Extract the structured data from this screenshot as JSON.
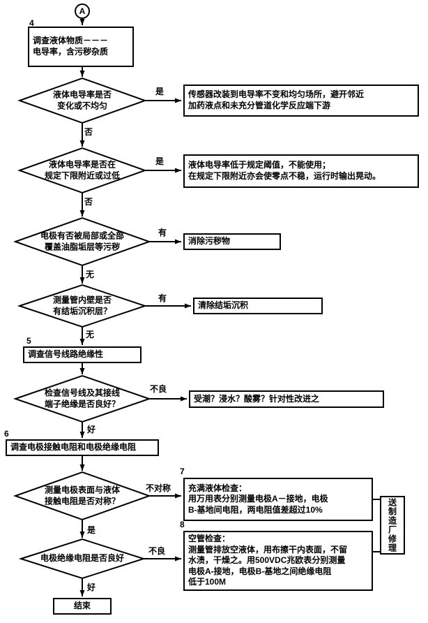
{
  "flow": {
    "connector_a": "A",
    "nums": {
      "n4": "4",
      "n5": "5",
      "n6": "6",
      "n7": "7",
      "n8": "8"
    },
    "boxes": {
      "investigate_liquid": "调查液体物质－－－\n电导率，含污秽杂质",
      "investigate_signal_line": "调查信号线路绝缘性",
      "investigate_electrode": "调查电极接触电阻和电极绝缘电阻",
      "end": "结束",
      "send_repair": "送制造厂修理"
    },
    "decisions": {
      "conductivity_varies": "液体电导率是否\n变化或不均匀",
      "conductivity_low": "液体电导率是否在\n规定下限附近或过低",
      "electrode_fouled": "电极有否被局部或全部\n覆盖油脂垢层等污秽",
      "tube_scaled": "测量管内壁是否\n有结垢沉积层？",
      "signal_insulation_ok": "检查信号线及其接线\n端子绝缘是否良好？",
      "contact_resistance_symmetric": "测量电极表面与液体\n接触电阻是否对称？",
      "electrode_insulation_ok": "电极绝缘电阻是否良好"
    },
    "results": {
      "relocate_sensor": "传感器改装到电导率不变和均匀场所，避开邻近\n加药液点和未充分管道化学反应端下游",
      "too_low_note": "液体电导率低于规定阈值，不能使用；\n在规定下限附近亦会使零点不稳，运行时输出晃动。",
      "remove_fouling": "消除污秽物",
      "remove_scale": "清除结垢沉积",
      "insulation_fix": "受潮？浸水？酸雾？针对性改进之",
      "full_liquid_check": "充满液体检查：\n用万用表分别测量电极A－接地，电极\nB-基地间电阻，两电阻值差超过10%",
      "empty_tube_check": "空管检查：\n测量管排放空液体，用布擦干内表面，不留\n水渍，干燥之。用500VDC兆欧表分别测量\n电极A-接地，电极B-基地之间绝缘电阻\n低于100M"
    },
    "edge_labels": {
      "yes": "是",
      "no": "否",
      "has": "有",
      "none": "无",
      "bad": "不良",
      "good": "好",
      "not_symmetric": "不对称"
    }
  }
}
